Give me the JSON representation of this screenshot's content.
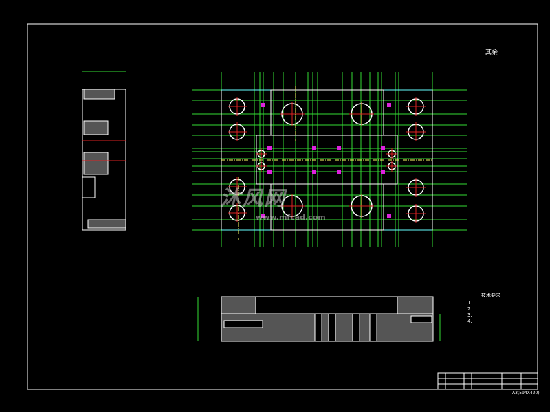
{
  "drawing": {
    "surface_note": "其余",
    "technical_requirements_title": "技术要求",
    "technical_requirements": [
      "1.",
      "2.",
      "3.",
      "4."
    ],
    "sheet_size": "A3(594X420)",
    "watermark_text": "沐风网",
    "watermark_url": "www.mfcad.com",
    "colors": {
      "background": "#000000",
      "outline": "#ffffff",
      "dimension": "#33dd33",
      "center": "#dd2222",
      "hidden": "#ffff66",
      "marker": "#dd22dd",
      "edge": "#66ffff"
    }
  }
}
